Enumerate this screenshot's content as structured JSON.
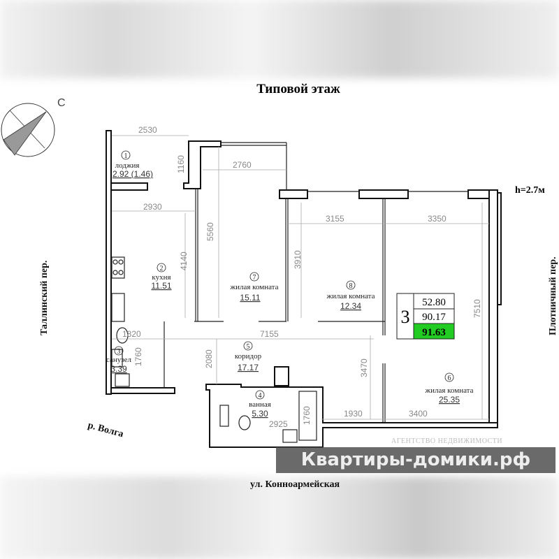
{
  "title": "Типовой этаж",
  "compass_label": "С",
  "ceiling_height": "h=2.7м",
  "streets": {
    "left": "Таллинский пер.",
    "right": "Плотничный пер.",
    "bottom": "ул. Конноармейская",
    "river": "р. Волга"
  },
  "rooms": [
    {
      "num": "1",
      "name": "лоджия",
      "area": "2.92 (1.46)"
    },
    {
      "num": "2",
      "name": "кухня",
      "area": "11.51"
    },
    {
      "num": "3",
      "name": "санузел",
      "area": "3.39"
    },
    {
      "num": "4",
      "name": "ванная",
      "area": "5.30"
    },
    {
      "num": "5",
      "name": "коридор",
      "area": "17.17"
    },
    {
      "num": "6",
      "name": "жилая комната",
      "area": "25.35"
    },
    {
      "num": "7",
      "name": "жилая комната",
      "area": "15.11"
    },
    {
      "num": "8",
      "name": "жилая комната",
      "area": "12.34"
    }
  ],
  "dimensions": [
    "2530",
    "1160",
    "2930",
    "2760",
    "5560",
    "4140",
    "3155",
    "3350",
    "3910",
    "7510",
    "1820",
    "7155",
    "1760",
    "2080",
    "3470",
    "1930",
    "3400",
    "2925",
    "1760"
  ],
  "summary": {
    "rooms_count": "3",
    "living_area": "52.80",
    "total_area": "90.17",
    "total_with_loggia": "91.63",
    "highlight_color": "#22cc22"
  },
  "watermark": {
    "agency": "АГЕНТСТВО НЕДВИЖИМОСТИ",
    "site": "Квартиры-домики.рф"
  }
}
